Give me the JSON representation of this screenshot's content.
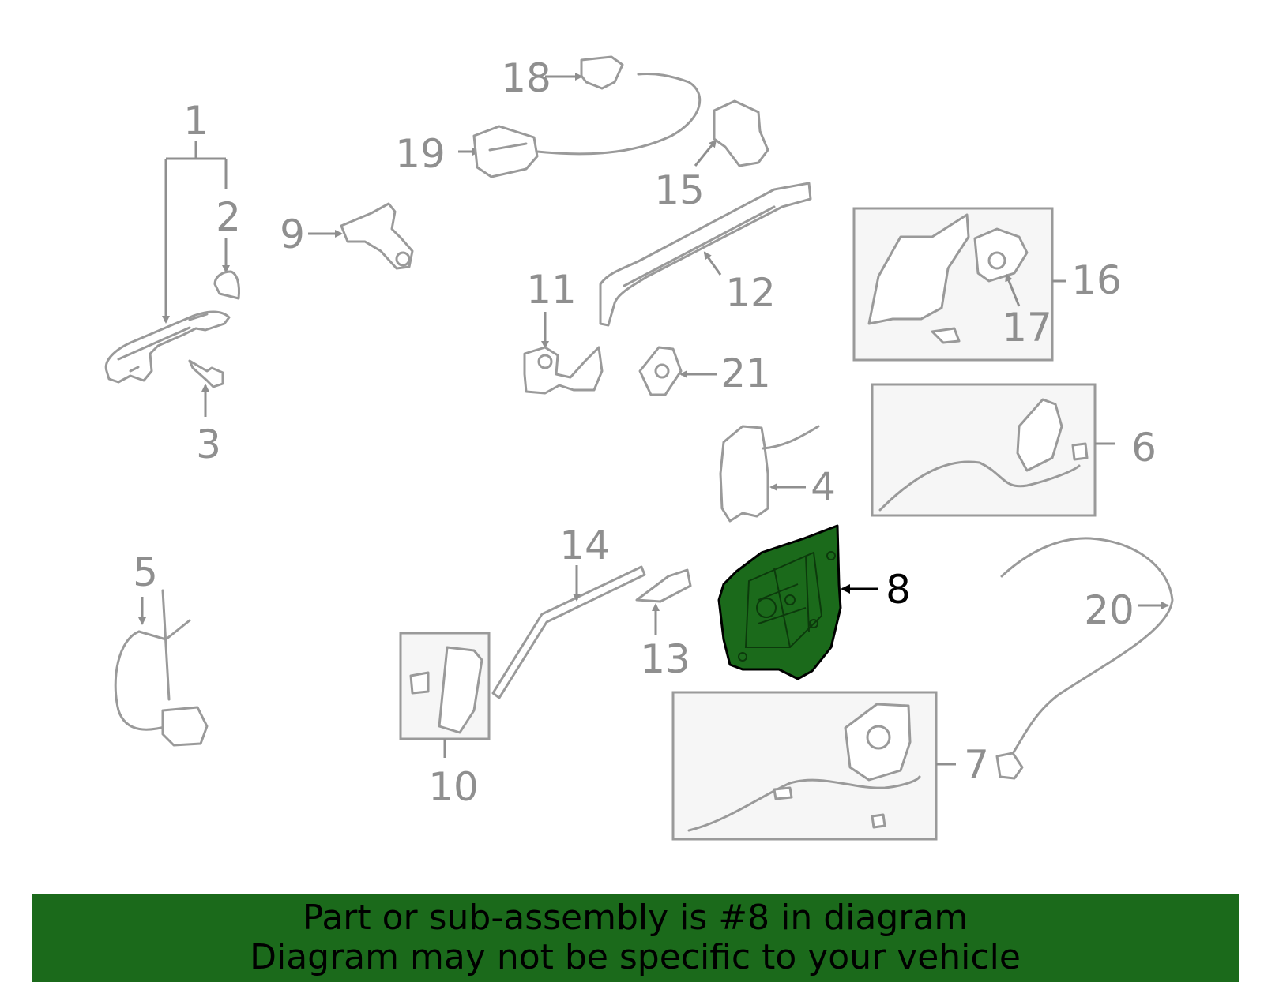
{
  "callouts": {
    "c1": "1",
    "c2": "2",
    "c3": "3",
    "c4": "4",
    "c5": "5",
    "c6": "6",
    "c7": "7",
    "c8": "8",
    "c9": "9",
    "c10": "10",
    "c11": "11",
    "c12": "12",
    "c13": "13",
    "c14": "14",
    "c15": "15",
    "c16": "16",
    "c17": "17",
    "c18": "18",
    "c19": "19",
    "c20": "20",
    "c21": "21"
  },
  "highlight": {
    "part_number": "8",
    "color": "#1b6a1b"
  },
  "banner": {
    "line1": "Part or sub-assembly is #8 in diagram",
    "line2": "Diagram may not be specific to your vehicle",
    "background": "#1b6a1b"
  }
}
